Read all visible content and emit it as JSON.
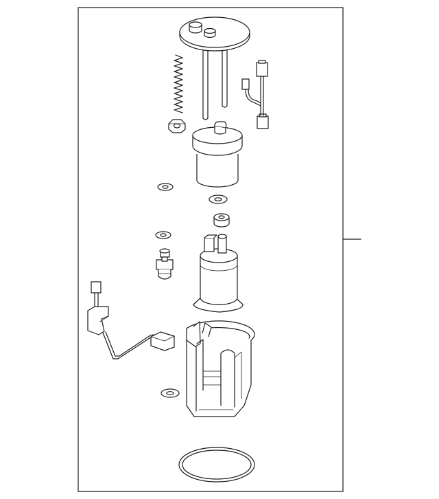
{
  "diagram": {
    "parts": [
      "fuel-pump-flange",
      "return-spring",
      "suction-tubes",
      "wiring-harness",
      "nut",
      "fuel-filter",
      "o-ring-small-1",
      "o-ring-small-2",
      "grommet",
      "o-ring-small-3",
      "pressure-regulator",
      "fuel-pump",
      "fuel-level-sender",
      "pump-housing",
      "o-ring-small-4",
      "tank-gasket"
    ]
  }
}
